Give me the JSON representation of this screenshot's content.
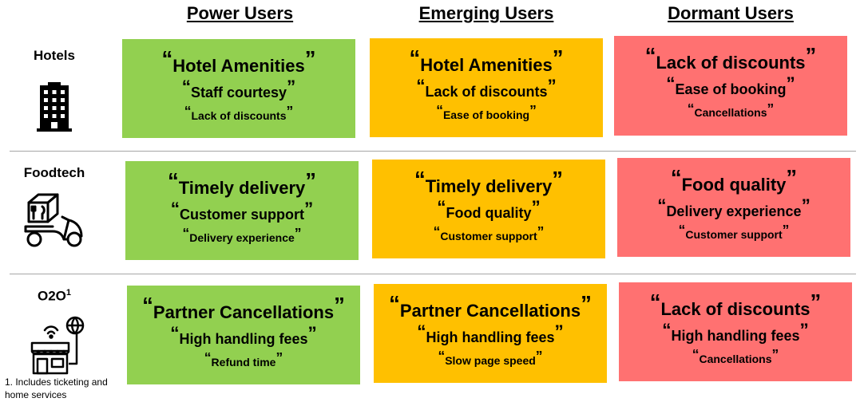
{
  "colors": {
    "power": "#92d050",
    "emerging": "#ffc000",
    "dormant": "#ff7171"
  },
  "columns": [
    {
      "label": "Power Users"
    },
    {
      "label": "Emerging Users"
    },
    {
      "label": "Dormant Users"
    }
  ],
  "rows": [
    {
      "label": "Hotels",
      "icon": "hotel-building-icon",
      "cells": [
        {
          "l1": "Hotel Amenities",
          "l2": "Staff courtesy",
          "l3": "Lack of discounts"
        },
        {
          "l1": "Hotel Amenities",
          "l2": "Lack of discounts",
          "l3": "Ease of booking"
        },
        {
          "l1": "Lack of discounts",
          "l2": "Ease of booking",
          "l3": "Cancellations"
        }
      ]
    },
    {
      "label": "Foodtech",
      "icon": "food-delivery-scooter-icon",
      "cells": [
        {
          "l1": "Timely delivery",
          "l2": "Customer support",
          "l3": "Delivery experience"
        },
        {
          "l1": "Timely delivery",
          "l2": "Food quality",
          "l3": "Customer support"
        },
        {
          "l1": "Food quality",
          "l2": "Delivery experience",
          "l3": "Customer support"
        }
      ]
    },
    {
      "label": "O2O",
      "label_sup": "1",
      "icon": "online-storefront-icon",
      "cells": [
        {
          "l1": "Partner Cancellations",
          "l2": "High handling fees",
          "l3": "Refund time"
        },
        {
          "l1": "Partner Cancellations",
          "l2": "High handling fees",
          "l3": "Slow page speed"
        },
        {
          "l1": "Lack of discounts",
          "l2": "High handling fees",
          "l3": "Cancellations"
        }
      ]
    }
  ],
  "footnote": "1. Includes ticketing and home services"
}
